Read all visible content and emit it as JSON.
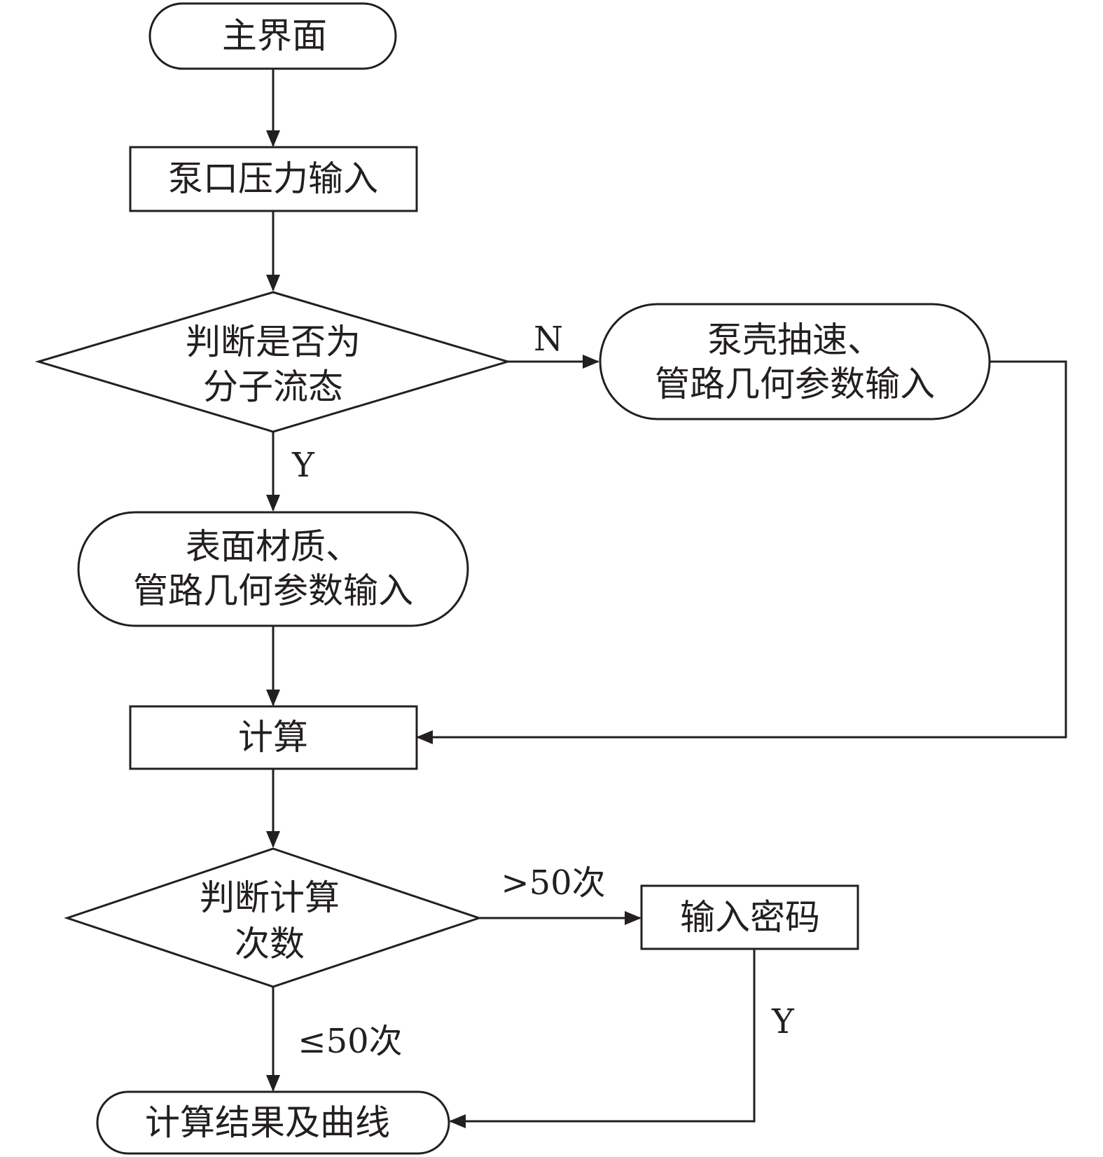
{
  "diagram": {
    "nodes": {
      "main_ui": {
        "lines": [
          "主界面"
        ]
      },
      "pump_pressure_input": {
        "lines": [
          "泵口压力输入"
        ]
      },
      "decision_molecular_flow": {
        "lines": [
          "判断是否为",
          "分子流态"
        ]
      },
      "pump_speed_input": {
        "lines": [
          "泵壳抽速、",
          "管路几何参数输入"
        ]
      },
      "surface_material_input": {
        "lines": [
          "表面材质、",
          "管路几何参数输入"
        ]
      },
      "compute": {
        "lines": [
          "计算"
        ]
      },
      "decision_count": {
        "lines": [
          "判断计算",
          "次数"
        ]
      },
      "password_input": {
        "lines": [
          "输入密码"
        ]
      },
      "result_curve": {
        "lines": [
          "计算结果及曲线"
        ]
      }
    },
    "edge_labels": {
      "molecular_no": "N",
      "molecular_yes": "Y",
      "count_over": ">50次",
      "count_under": "≤50次",
      "password_yes": "Y"
    },
    "colors": {
      "line": "#231f20",
      "background": "#ffffff"
    }
  }
}
